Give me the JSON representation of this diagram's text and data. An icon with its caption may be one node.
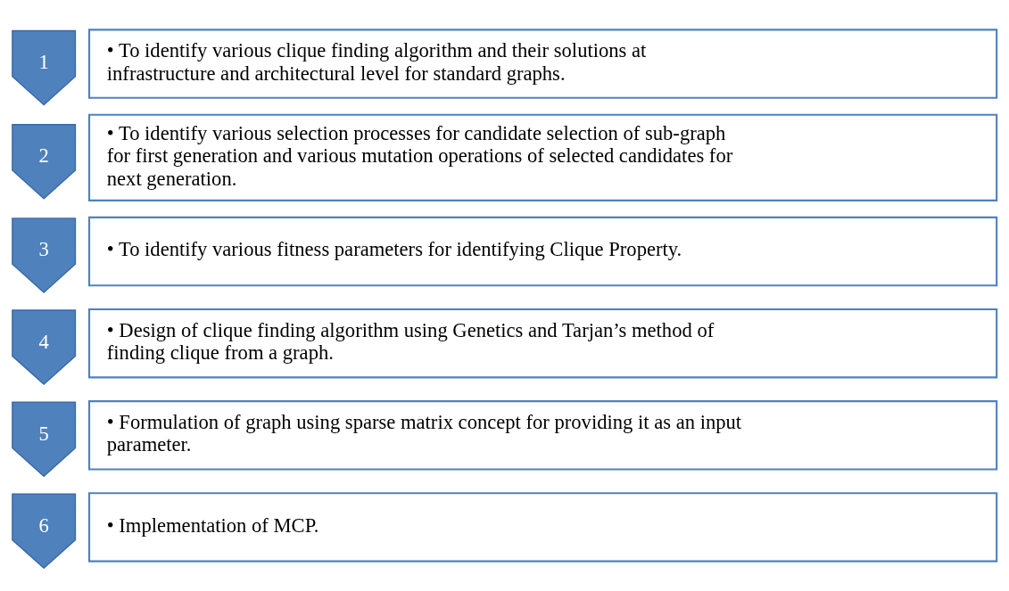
{
  "diagram": {
    "nodes": [
      {
        "text": [
          "1"
        ]
      },
      {
        "text": [
          "• To identify various clique finding algorithm and their solutions at infrastructure and architectural level for standard graphs."
        ]
      },
      {
        "text": [
          "2"
        ]
      },
      {
        "text": [
          "• To identify various selection processes for candidate selection of sub-graph for first generation and various mutation operations of selected candidates for next generation."
        ]
      },
      {
        "text": [
          "3"
        ]
      },
      {
        "text": [
          "• To identify various fitness parameters for identifying Clique Property."
        ]
      },
      {
        "text": [
          "4"
        ]
      },
      {
        "text": [
          "• Design of clique finding algorithm using Genetics and Tarjan’s method of finding clique from a graph."
        ]
      },
      {
        "text": [
          "5"
        ]
      },
      {
        "text": [
          "• Formulation of graph using sparse matrix concept for providing it as an input parameter."
        ]
      },
      {
        "text": [
          "6"
        ]
      },
      {
        "text": [
          "• Implementation of MCP."
        ]
      }
    ],
    "edges": []
  }
}
